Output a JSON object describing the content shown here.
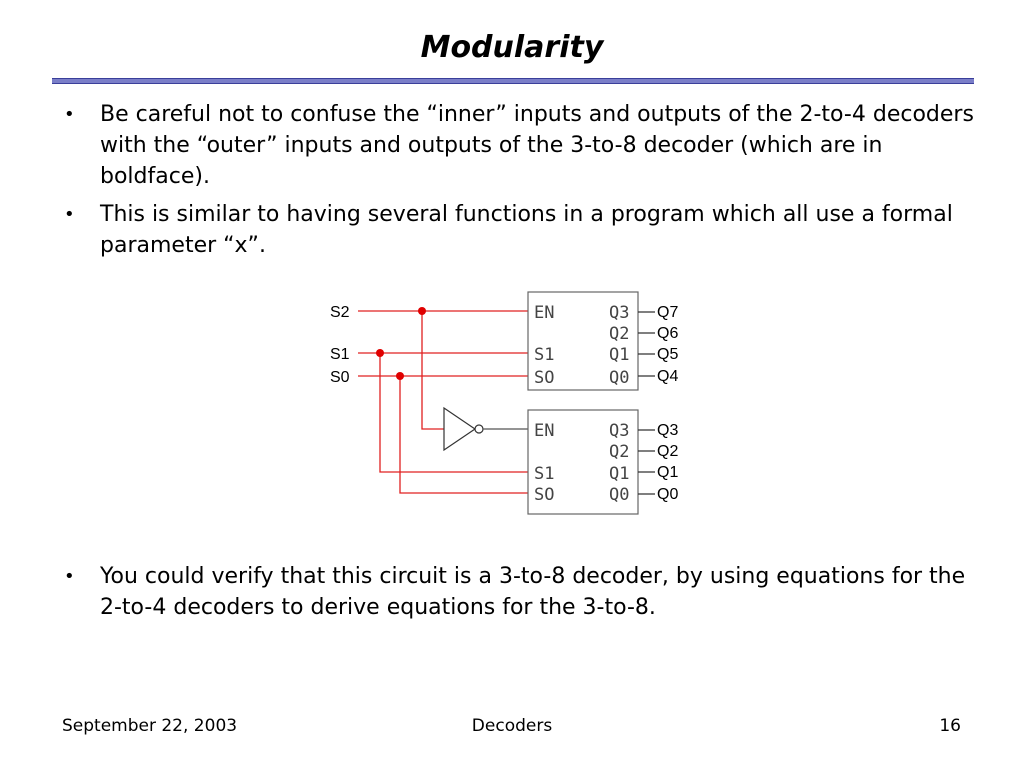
{
  "slide": {
    "title": "Modularity",
    "bullets": [
      "Be careful not to confuse the “inner” inputs and outputs of the 2-to-4 decoders with the “outer” inputs and outputs of the 3-to-8 decoder (which are in boldface).",
      "This is similar to having several functions in a program which all use a formal parameter “x”.",
      "You could verify that this circuit is a 3-to-8 decoder, by using equations for the 2-to-4 decoders to derive equations for the 3-to-8."
    ],
    "bullet_symbol": "•"
  },
  "circuit": {
    "inputs": [
      "S2",
      "S1",
      "S0"
    ],
    "decoder_pins": {
      "en": "EN",
      "s1": "S1",
      "s0": "SO",
      "q3": "Q3",
      "q2": "Q2",
      "q1": "Q1",
      "q0": "Q0"
    },
    "upper_outputs": [
      "Q7",
      "Q6",
      "Q5",
      "Q4"
    ],
    "lower_outputs": [
      "Q3",
      "Q2",
      "Q1",
      "Q0"
    ],
    "wire_color": "#e02020",
    "junction_color": "#e00000"
  },
  "footer": {
    "date": "September 22, 2003",
    "topic": "Decoders",
    "page": "16"
  }
}
